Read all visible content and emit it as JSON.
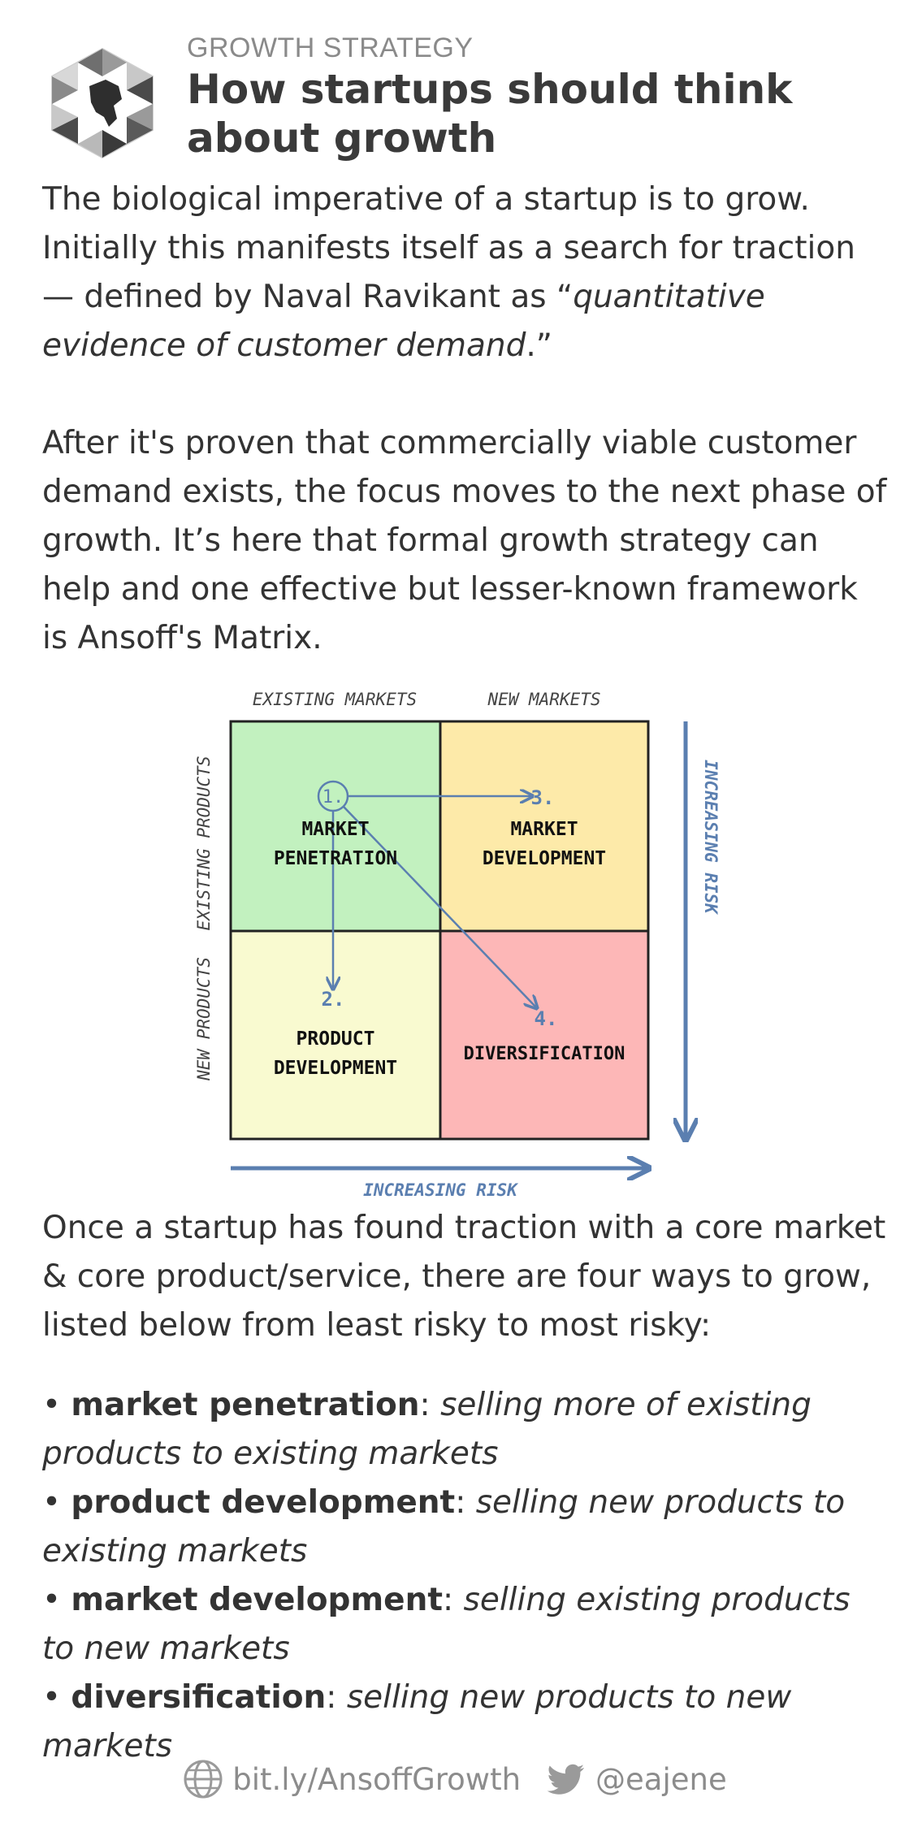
{
  "header": {
    "kicker": "GROWTH STRATEGY",
    "title": "How startups should think about growth"
  },
  "intro": {
    "p1_before": "The biological imperative of a startup is to grow. Initially this manifests itself as a search for traction — defined by Naval Ravikant as “",
    "p1_quote": "quantitative evidence of customer demand",
    "p1_after": ".”",
    "p2": "After it's proven that commercially viable customer demand exists, the focus moves to the next phase of growth. It’s here that formal growth strategy can help and one effective but lesser-known framework is Ansoff's Matrix."
  },
  "matrix": {
    "col_headers": [
      "EXISTING MARKETS",
      "NEW MARKETS"
    ],
    "row_headers": [
      "EXISTING PRODUCTS",
      "NEW PRODUCTS"
    ],
    "cells": [
      {
        "num": "1.",
        "line1": "MARKET",
        "line2": "PENETRATION",
        "color": "#c2f1bf"
      },
      {
        "num": "3.",
        "line1": "MARKET",
        "line2": "DEVELOPMENT",
        "color": "#fdeaa9"
      },
      {
        "num": "2.",
        "line1": "PRODUCT",
        "line2": "DEVELOPMENT",
        "color": "#f9fad0"
      },
      {
        "num": "4.",
        "line1": "DIVERSIFICATION",
        "line2": "",
        "color": "#fdb7b7"
      }
    ],
    "risk_vertical": "INCREASING RISK",
    "risk_horizontal": "INCREASING RISK",
    "arrow_color": "#5b7fb0"
  },
  "body": {
    "p3": "Once a startup has found traction with a core market & core product/service, there are four ways to grow, listed below from least risky to most risky:",
    "items": [
      {
        "term": "market penetration",
        "desc": "selling more of existing products to existing markets"
      },
      {
        "term": "product development",
        "desc": "selling new products to existing markets"
      },
      {
        "term": "market development",
        "desc": "selling existing products to new markets"
      },
      {
        "term": "diversification",
        "desc": "selling new products to new markets"
      }
    ]
  },
  "footer": {
    "link": "bit.ly/AnsoffGrowth",
    "link_icon": "globe-icon",
    "handle": "@eajene",
    "handle_icon": "twitter-bird-icon"
  }
}
